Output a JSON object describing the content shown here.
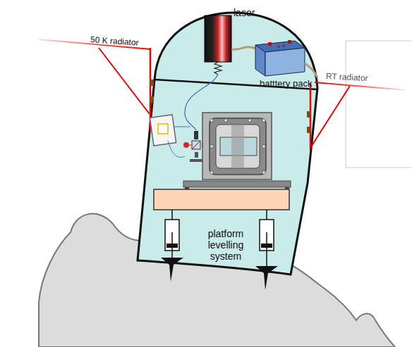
{
  "diagram": {
    "labels": [
      "50 K radiator",
      "laser",
      "batttery pack",
      "RT radiator",
      "platform levelling system"
    ]
  }
}
